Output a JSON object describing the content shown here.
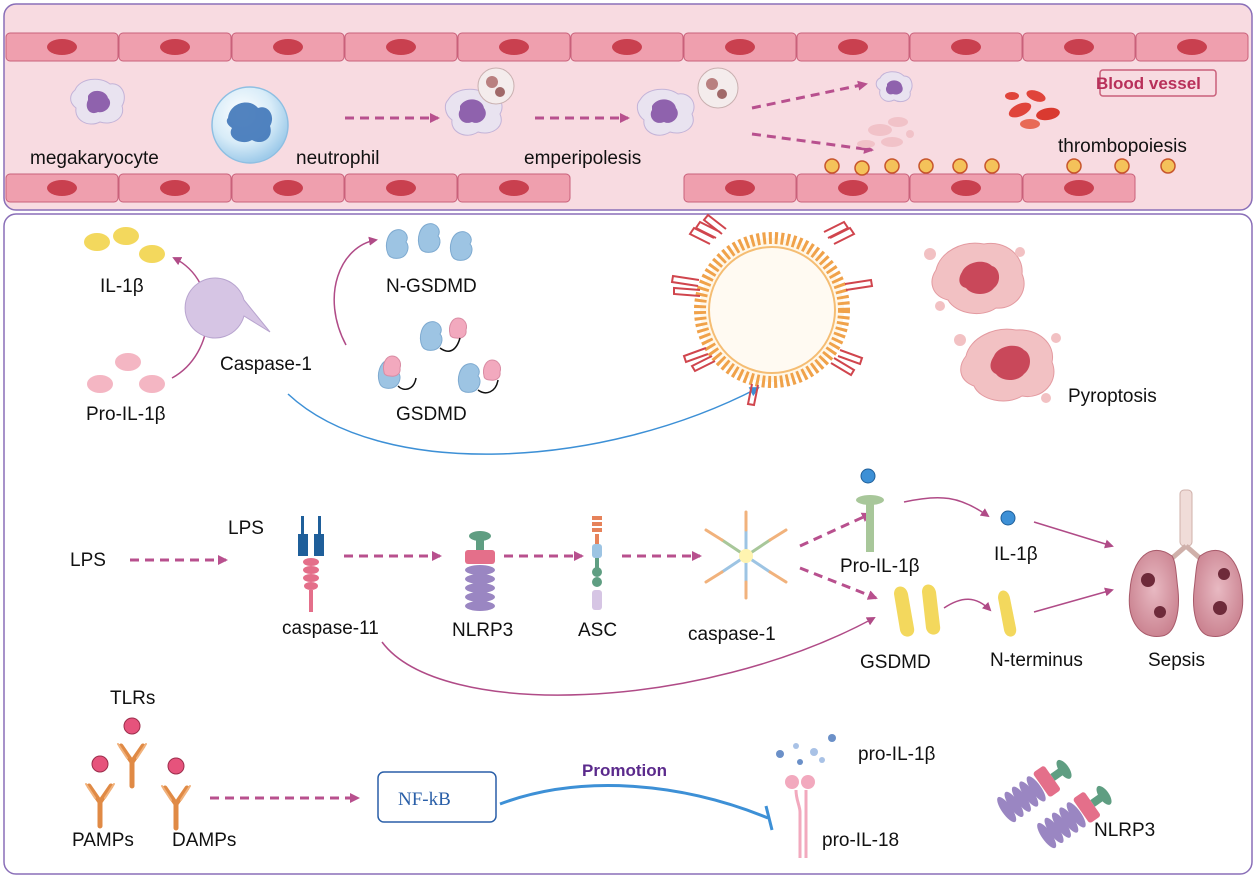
{
  "colors": {
    "vessel_bg": "#f8dbe1",
    "endothelium": "#ef9fae",
    "nucleus": "#c9404f",
    "arrow_dashed": "#b8508e",
    "arrow_curve": "#b04b87",
    "arrow_blue": "#3d90d6",
    "panel_border": "#8a6fb8",
    "platelet": "#f4c25a",
    "gsdmd_blue": "#9dc4e3",
    "gsdmd_pink": "#f2a9be",
    "il1b_yellow": "#f3d85d",
    "pro_il1b_pink": "#f4b6c3",
    "caspase1": "#d6c5e4",
    "tlr_orange": "#e08a45",
    "ligand": "#e6537c",
    "nlrp3_purple": "#9a86c2",
    "nlrp3_pink": "#e46f8a",
    "nlrp3_green": "#5f9e82"
  },
  "vessel": {
    "title": "Blood vessel",
    "labels": {
      "megakaryocyte": "megakaryocyte",
      "neutrophil": "neutrophil",
      "emperipolesis": "emperipolesis",
      "thrombopoiesis": "thrombopoiesis"
    }
  },
  "pyroptosis_panel": {
    "il1b": "IL-1β",
    "pro_il1b": "Pro-IL-1β",
    "caspase1": "Caspase-1",
    "n_gsdmd": "N-GSDMD",
    "gsdmd": "GSDMD",
    "pyroptosis": "Pyroptosis"
  },
  "pathway": {
    "lps_left": "LPS",
    "lps_top": "LPS",
    "caspase11": "caspase-11",
    "nlrp3": "NLRP3",
    "asc": "ASC",
    "caspase1": "caspase-1",
    "pro_il1b": "Pro-IL-1β",
    "il1b": "IL-1β",
    "gsdmd": "GSDMD",
    "n_terminus": "N-terminus",
    "sepsis": "Sepsis"
  },
  "signaling": {
    "tlrs": "TLRs",
    "pamps": "PAMPs",
    "damps": "DAMPs",
    "nfkb": "NF-kB",
    "promotion": "Promotion",
    "pro_il1b": "pro-IL-1β",
    "pro_il18": "pro-IL-18",
    "nlrp3": "NLRP3"
  }
}
